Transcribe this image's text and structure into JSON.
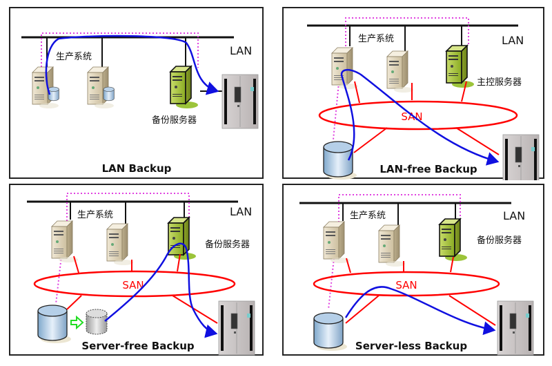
{
  "panels": [
    {
      "title": "LAN Backup",
      "lan_label": "LAN",
      "production_label": "生产系统",
      "server_label": "备份服务器",
      "san_label": null
    },
    {
      "title": "LAN-free Backup",
      "lan_label": "LAN",
      "production_label": "生产系统",
      "server_label": "主控服务器",
      "san_label": "SAN"
    },
    {
      "title": "Server-free Backup",
      "lan_label": "LAN",
      "production_label": "生产系统",
      "server_label": "备份服务器",
      "san_label": "SAN"
    },
    {
      "title": "Server-less Backup",
      "lan_label": "LAN",
      "production_label": "生产系统",
      "server_label": "备份服务器",
      "san_label": "SAN"
    }
  ],
  "colors": {
    "data_flow": "#1010e0",
    "control_path": "#e040e0",
    "san": "#ff0000",
    "lan": "#111111",
    "backup_server": "#9cbf2a",
    "production_server": "#d8ccb0",
    "tape_library": "#c8c4c4",
    "copy_arrow": "#22dd22"
  }
}
